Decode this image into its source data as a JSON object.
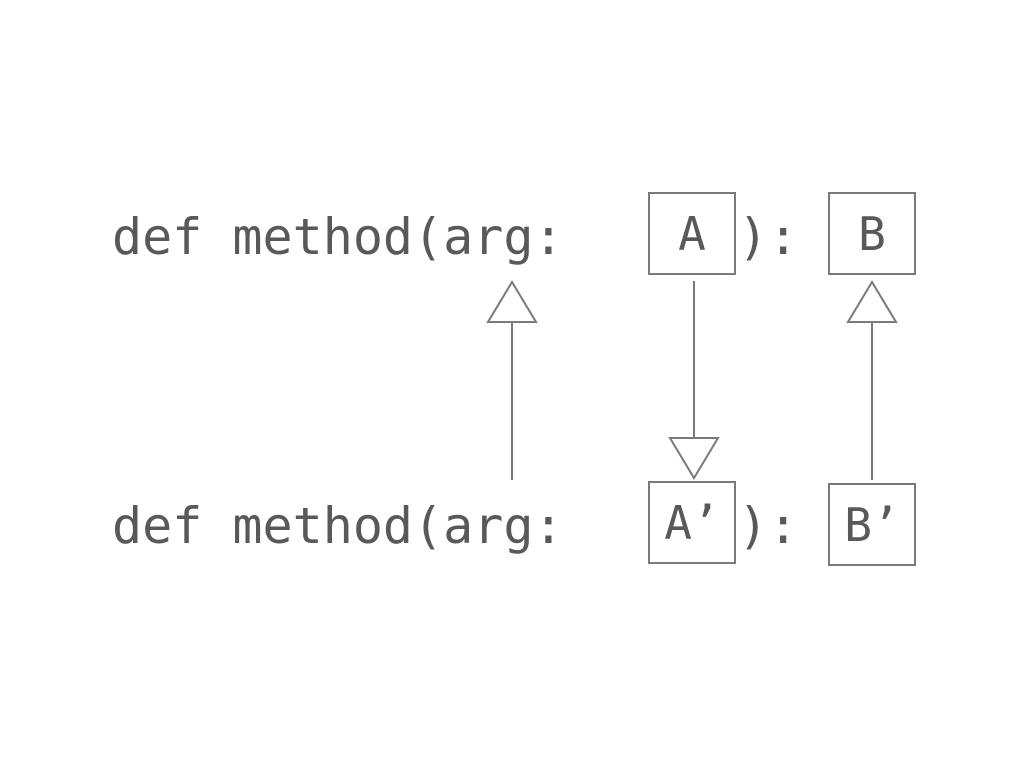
{
  "diagram": {
    "line_color": "#7a7a7a",
    "text_color": "#595959",
    "top_signature": {
      "prefix": "def method(arg:",
      "close": "):",
      "param_type": "A",
      "return_type": "B"
    },
    "bottom_signature": {
      "prefix": "def method(arg:",
      "close": "):",
      "param_type": "A’",
      "return_type": "B’"
    }
  }
}
